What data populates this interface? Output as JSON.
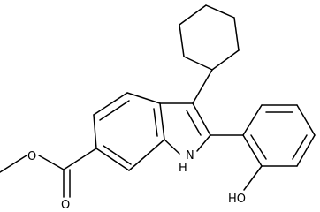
{
  "molecule": {
    "labels": {
      "ester_carbonyl_o": "O",
      "ester_ether_o": "O",
      "indole_nh": "H",
      "indole_n": "N",
      "phenol_oh": "HO"
    }
  },
  "colors": {
    "bond": "#000000",
    "text": "#000000",
    "background": "#ffffff"
  }
}
